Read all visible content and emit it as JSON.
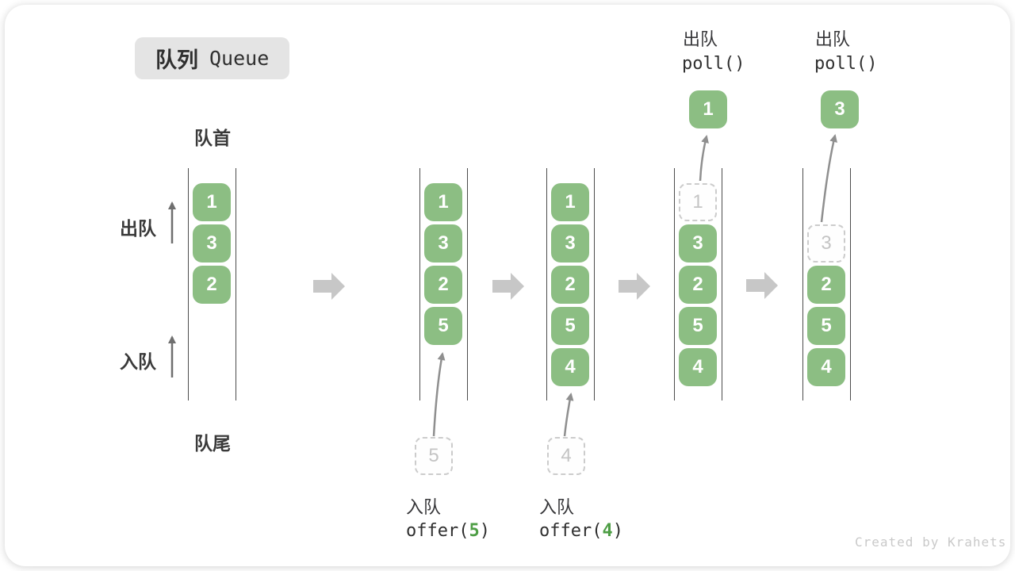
{
  "title": {
    "zh": "队列",
    "en": "Queue"
  },
  "side_labels": {
    "front": "队首",
    "rear": "队尾",
    "dequeue": "出队",
    "enqueue": "入队"
  },
  "queues": [
    {
      "cells": [
        "1",
        "3",
        "2"
      ]
    },
    {
      "cells": [
        "1",
        "3",
        "2",
        "5"
      ],
      "pending": "5"
    },
    {
      "cells": [
        "1",
        "3",
        "2",
        "5",
        "4"
      ],
      "pending": "4"
    },
    {
      "dashed": "1",
      "cells": [
        "3",
        "2",
        "5",
        "4"
      ],
      "out": "1"
    },
    {
      "dashed": "3",
      "cells": [
        "2",
        "5",
        "4"
      ],
      "out": "3"
    }
  ],
  "operations": {
    "offer5": {
      "label": "入队",
      "code_pre": "offer(",
      "arg": "5",
      "code_post": ")"
    },
    "offer4": {
      "label": "入队",
      "code_pre": "offer(",
      "arg": "4",
      "code_post": ")"
    },
    "poll1": {
      "label": "出队",
      "code": "poll()"
    },
    "poll2": {
      "label": "出队",
      "code": "poll()"
    }
  },
  "watermark": "Created by Krahets",
  "colors": {
    "cell_green": "#8cbe83",
    "code_arg_green": "#4e9e45",
    "flow_arrow_gray": "#c7c7c7",
    "curve_arrow_gray": "#8f8f8f",
    "channel_line": "#4c4c4c",
    "dashed_border_gray": "#cccccc",
    "badge_bg": "#e4e4e4",
    "label_text": "#3a3a3a"
  }
}
